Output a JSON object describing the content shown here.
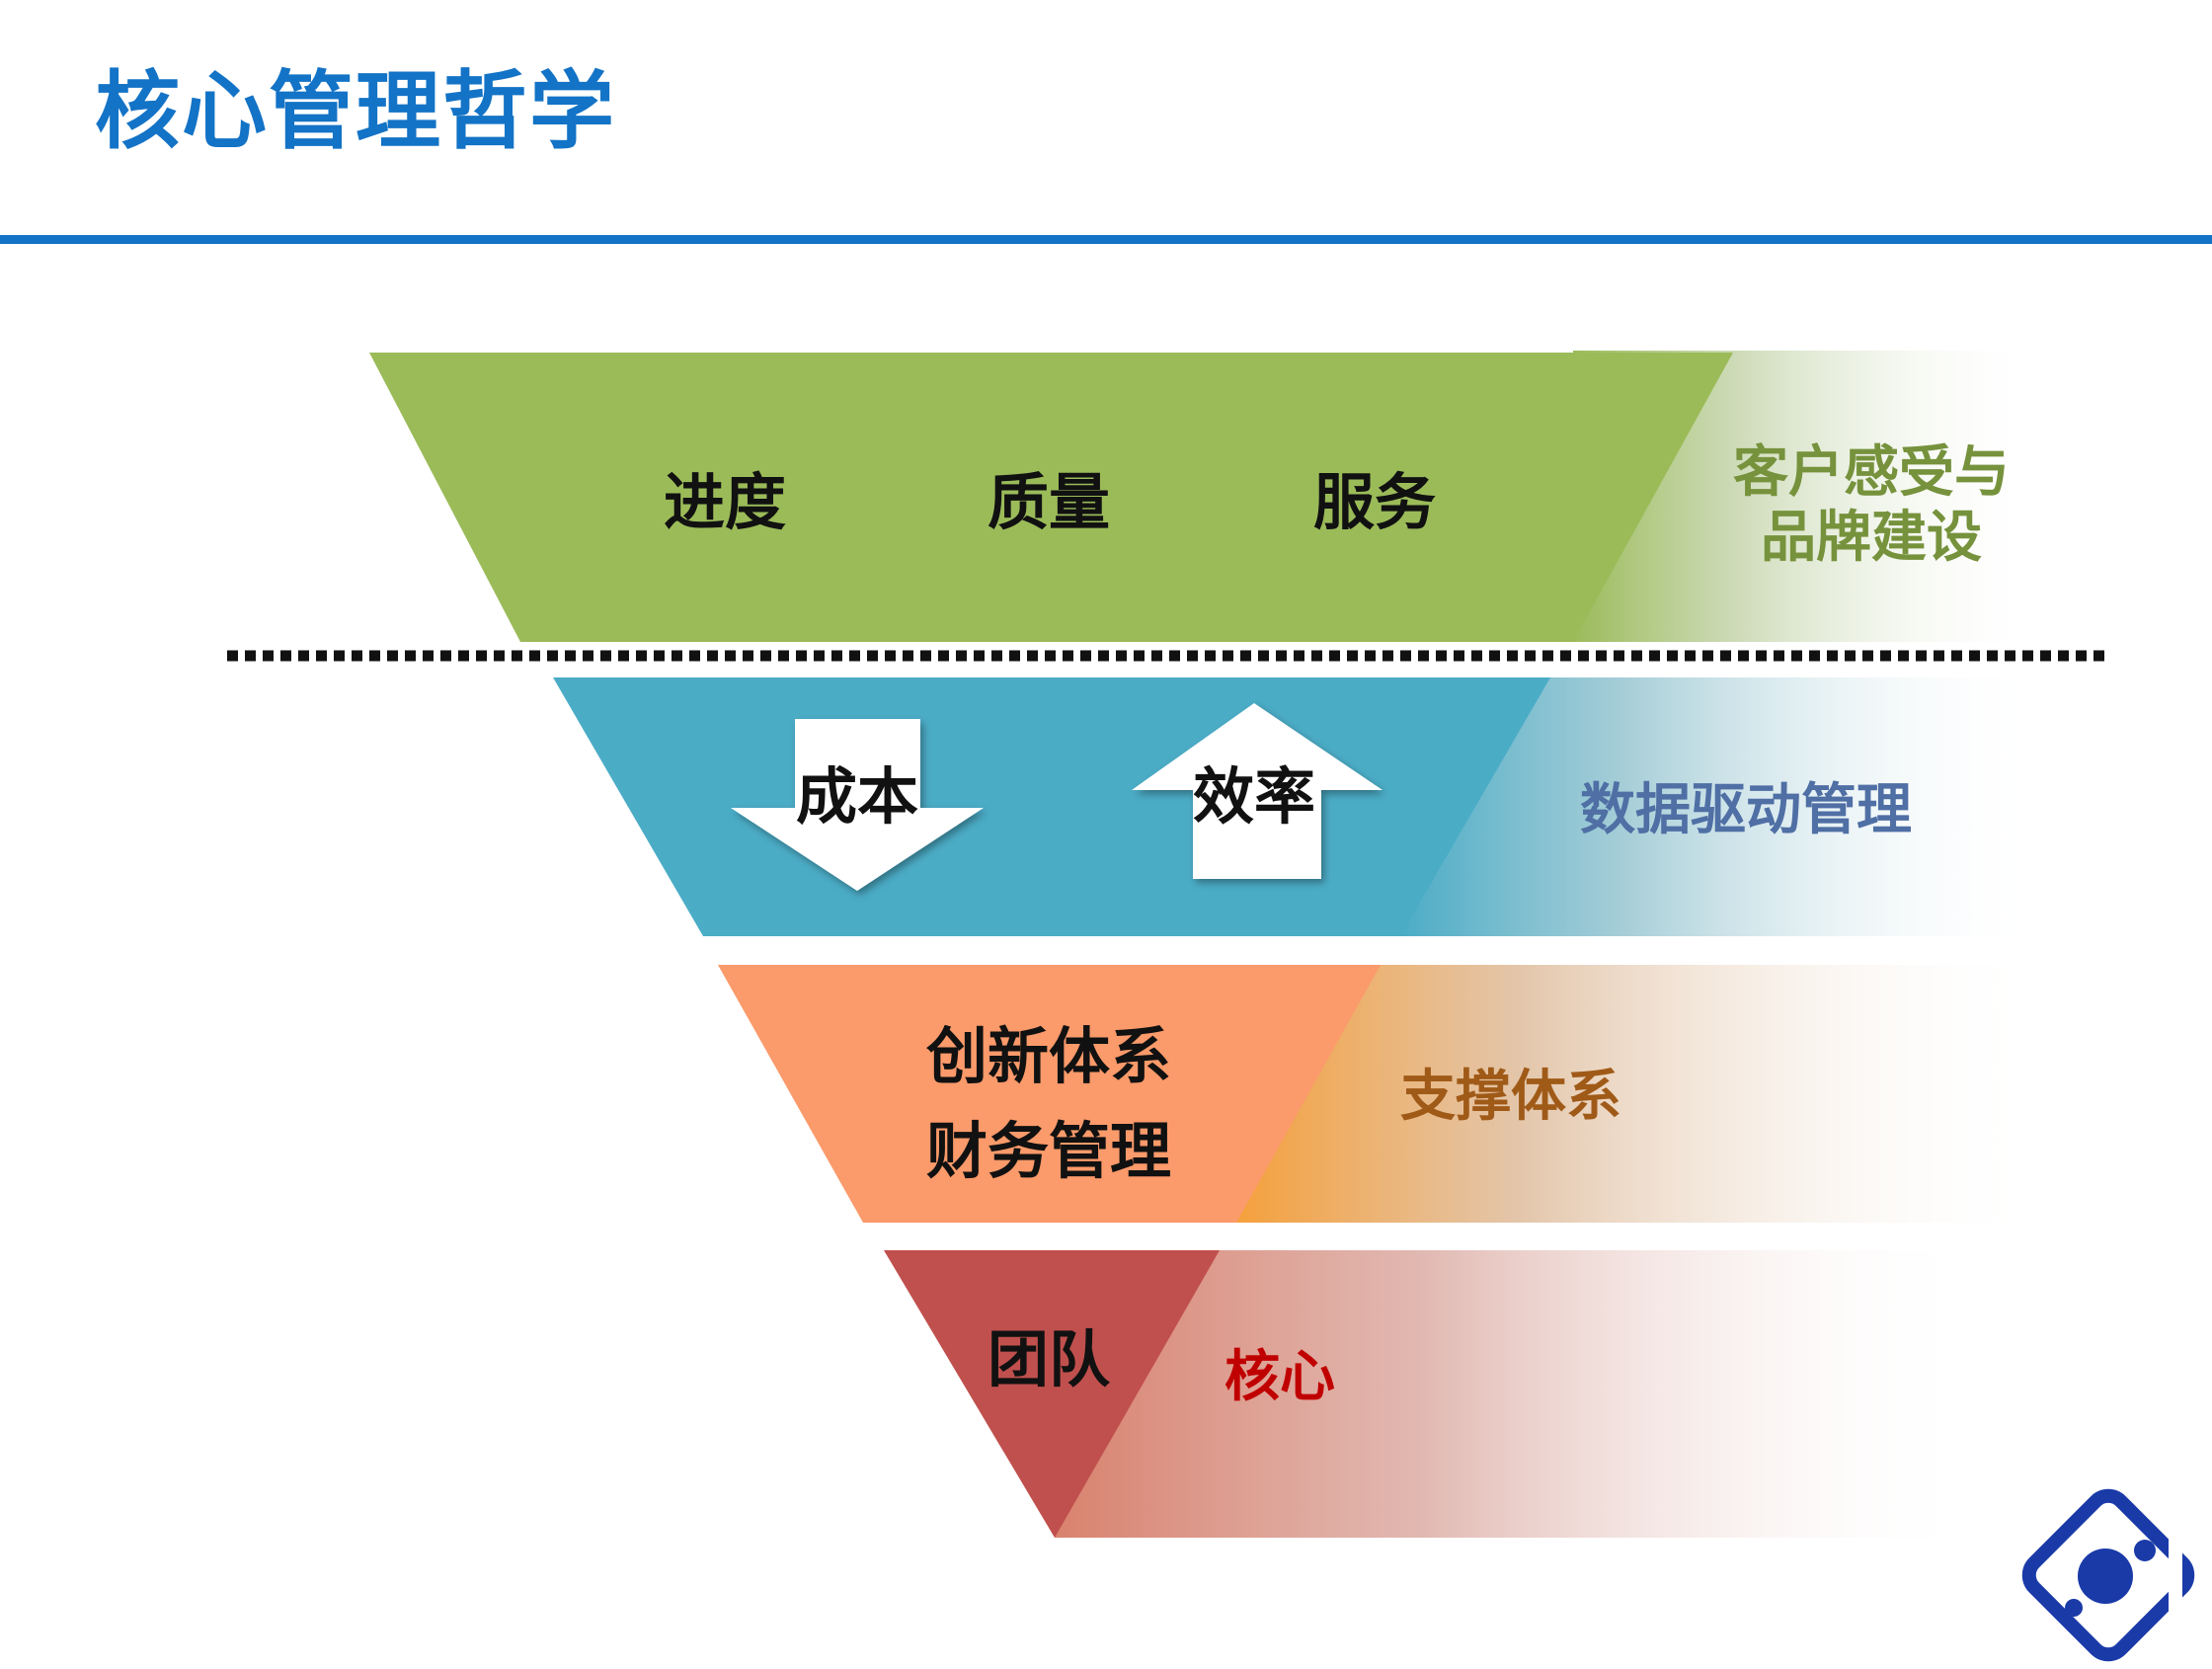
{
  "page": {
    "title": "核心管理哲学"
  },
  "funnel": {
    "level1": {
      "items": [
        "进度",
        "质量",
        "服务"
      ],
      "side_label": "客户感受与品牌建设",
      "side_label_lines": [
        "客户感受与",
        "品牌建设"
      ],
      "fill_color": "#9bbb59",
      "side_color": "#76923c"
    },
    "level2": {
      "down_arrow_label": "成本",
      "up_arrow_label": "效率",
      "side_label": "数据驱动管理",
      "fill_color": "#4bacc6",
      "side_color": "#4f6fa5"
    },
    "level3": {
      "lines": [
        "创新体系",
        "财务管理"
      ],
      "side_label": "支撑体系",
      "fill_color": "#f79646",
      "side_color": "#a05a18"
    },
    "level4": {
      "label": "团队",
      "side_label": "核心",
      "fill_color": "#c0504d",
      "side_color": "#c00000"
    }
  },
  "logo": {
    "icon": "company-logo-icon",
    "color": "#1a3aa8"
  }
}
